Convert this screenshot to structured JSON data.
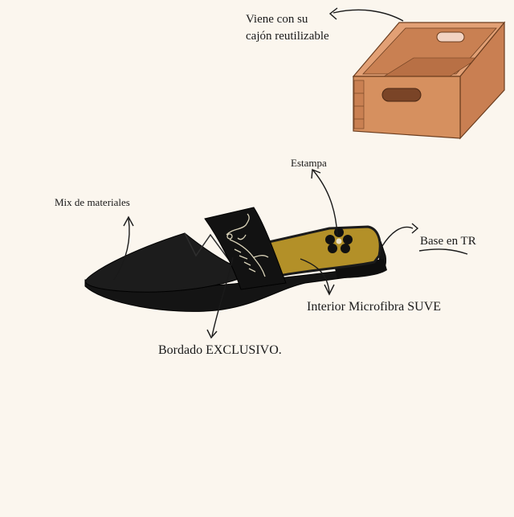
{
  "labels": {
    "box_line1": "Viene con su",
    "box_line2": "cajón reutilizable",
    "mix": "Mix de materiales",
    "estampa": "Estampa",
    "base": "Base en TR",
    "interior": "Interior Microfibra SUVE",
    "bordado": "Bordado EXCLUSIVO."
  },
  "colors": {
    "background": "#fbf6ee",
    "box_wood": "#d08a5b",
    "box_dark": "#b06e45",
    "shoe_black": "#1b1b1b",
    "lining_mustard": "#b39028",
    "print_flower": "#111111"
  }
}
